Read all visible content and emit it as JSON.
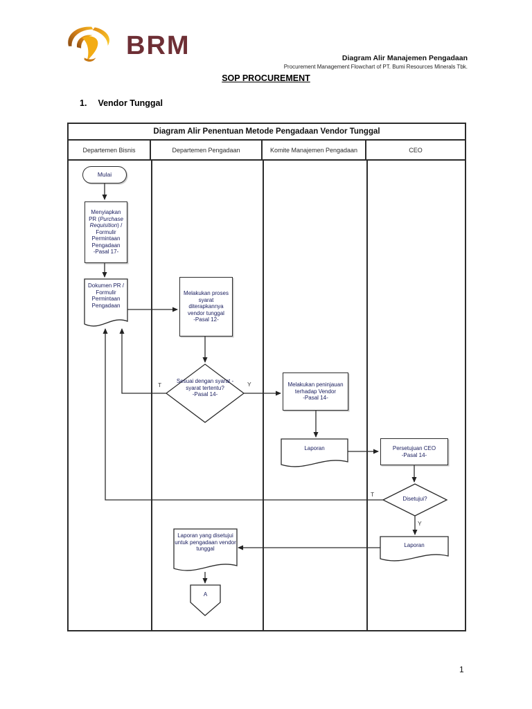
{
  "brand": {
    "logo_text": "BRM"
  },
  "header": {
    "title_line1": "Diagram Alir Manajemen Pengadaan",
    "title_line2": "Procurement Management Flowchart of PT. Bumi Resources Minerals Tbk.",
    "doc_title": "SOP PROCUREMENT"
  },
  "section": {
    "number": "1.",
    "title": "Vendor Tunggal"
  },
  "flowchart": {
    "title": "Diagram Alir Penentuan Metode Pengadaan Vendor Tunggal",
    "columns": [
      "Departemen Bisnis",
      "Departemen Pengadaan",
      "Komite Manajemen Pengadaan",
      "CEO"
    ],
    "nodes": {
      "start": "Mulai",
      "prepare_pr_pre": "Menyiapkan PR (",
      "prepare_pr_italic": "Purchase Requisition",
      "prepare_pr_post": ") / Formulir Permintaan Pengadaan",
      "prepare_pr_ref": "-Pasal 17-",
      "pr_document": "Dokumen PR / Formulir Permintaan Pengadaan",
      "single_vendor_process": "Melakukan proses syarat diterapkannya vendor tunggal",
      "single_vendor_process_ref": "-Pasal 12-",
      "criteria_decision": "Sesuai dengan syarat - syarat tertentu?",
      "criteria_decision_ref": "-Pasal 14-",
      "vendor_review": "Melakukan peninjauan terhadap Vendor",
      "vendor_review_ref": "-Pasal 14-",
      "report_1": "Laporan",
      "ceo_approval": "Persetujuan CEO",
      "ceo_approval_ref": "-Pasal 14-",
      "approved_decision": "Disetujui?",
      "report_2": "Laporan",
      "approved_report": "Laporan yang disetujui untuk pengadaan vendor tunggal",
      "offpage_connector": "A"
    },
    "branch_labels": {
      "no": "T",
      "yes": "Y"
    }
  },
  "footer": {
    "page_number": "1"
  },
  "colors": {
    "logo_maroon": "#6e2f35",
    "logo_gold": "#e8a01c",
    "node_text": "#1c2060",
    "line": "#2b2b2b"
  }
}
